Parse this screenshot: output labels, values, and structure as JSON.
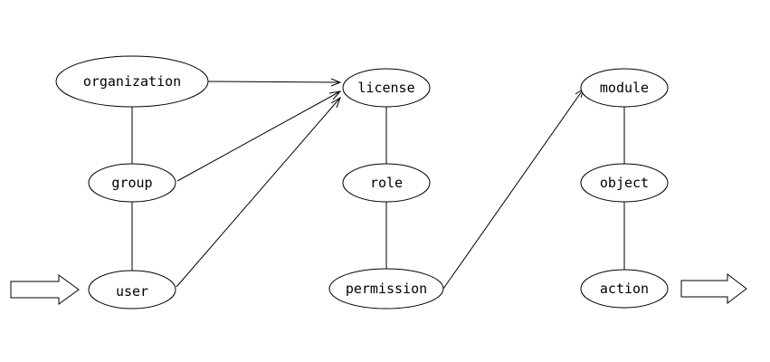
{
  "nodes": {
    "organization": "organization",
    "license": "license",
    "module": "module",
    "group": "group",
    "role": "role",
    "object": "object",
    "user": "user",
    "permission": "permission",
    "action": "action"
  },
  "edges": [
    {
      "from": "organization",
      "to": "group",
      "style": "line"
    },
    {
      "from": "group",
      "to": "user",
      "style": "line"
    },
    {
      "from": "license",
      "to": "role",
      "style": "line"
    },
    {
      "from": "role",
      "to": "permission",
      "style": "line"
    },
    {
      "from": "module",
      "to": "object",
      "style": "line"
    },
    {
      "from": "object",
      "to": "action",
      "style": "line"
    },
    {
      "from": "organization",
      "to": "license",
      "style": "arrow"
    },
    {
      "from": "group",
      "to": "license",
      "style": "arrow"
    },
    {
      "from": "user",
      "to": "license",
      "style": "arrow"
    },
    {
      "from": "permission",
      "to": "module",
      "style": "arrow"
    }
  ],
  "colors": {
    "stroke": "#000000",
    "fill": "#ffffff",
    "text": "#000000"
  }
}
